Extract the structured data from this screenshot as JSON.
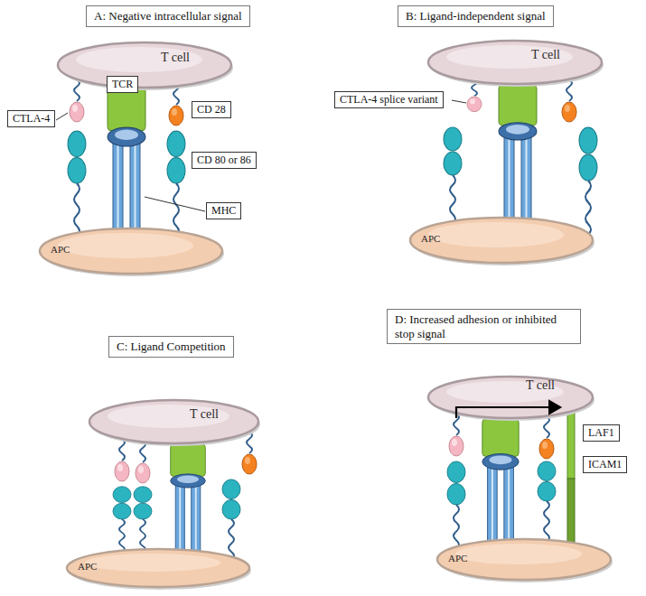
{
  "diagram": {
    "nodes": [
      {
        "text": [
          "A: Negative intracellular signal"
        ]
      },
      {
        "text": [
          "T cell"
        ]
      },
      {
        "text": [
          "TCR"
        ]
      },
      {
        "text": [
          "CTLA-4"
        ]
      },
      {
        "text": [
          "CD 28"
        ]
      },
      {
        "text": [
          "CD 80 or 86"
        ]
      },
      {
        "text": [
          "MHC"
        ]
      },
      {
        "text": [
          "APC"
        ]
      },
      {
        "text": [
          "B: Ligand-independent signal"
        ]
      },
      {
        "text": [
          "T cell"
        ]
      },
      {
        "text": [
          "CTLA-4 splice variant"
        ]
      },
      {
        "text": [
          "APC"
        ]
      },
      {
        "text": [
          "C: Ligand Competition"
        ]
      },
      {
        "text": [
          "T cell"
        ]
      },
      {
        "text": [
          "APC"
        ]
      },
      {
        "text": [
          "D: Increased adhesion or inhibited stop signal"
        ]
      },
      {
        "text": [
          "T cell"
        ]
      },
      {
        "text": [
          "LAF1"
        ]
      },
      {
        "text": [
          "ICAM1"
        ]
      },
      {
        "text": [
          "APC"
        ]
      }
    ]
  }
}
